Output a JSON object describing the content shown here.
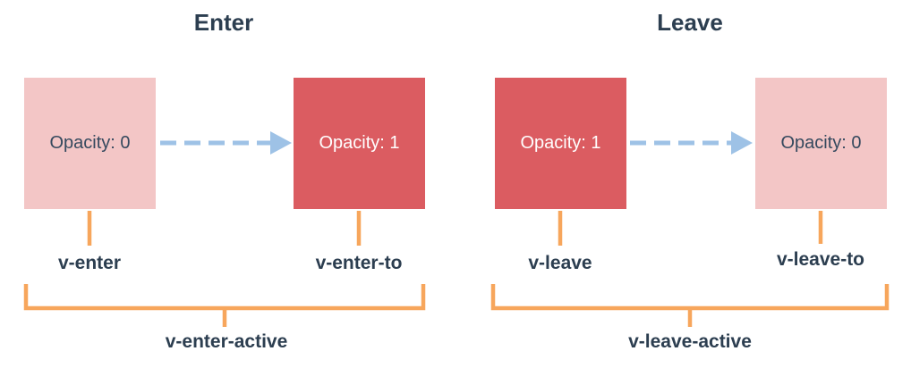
{
  "colors": {
    "pink": "#f3c6c6",
    "red": "#db5c61",
    "arrow-blue": "#9ec2e6",
    "orange": "#f7a65c",
    "navy": "#2c3e50",
    "box-text-dark": "#35495e",
    "box-text-light": "#ffffff"
  },
  "sections": [
    {
      "title": "Enter",
      "boxes": [
        {
          "opacity_label": "Opacity: 0",
          "class_label": "v-enter"
        },
        {
          "opacity_label": "Opacity: 1",
          "class_label": "v-enter-to"
        }
      ],
      "active_label": "v-enter-active"
    },
    {
      "title": "Leave",
      "boxes": [
        {
          "opacity_label": "Opacity: 1",
          "class_label": "v-leave"
        },
        {
          "opacity_label": "Opacity: 0",
          "class_label": "v-leave-to"
        }
      ],
      "active_label": "v-leave-active"
    }
  ]
}
